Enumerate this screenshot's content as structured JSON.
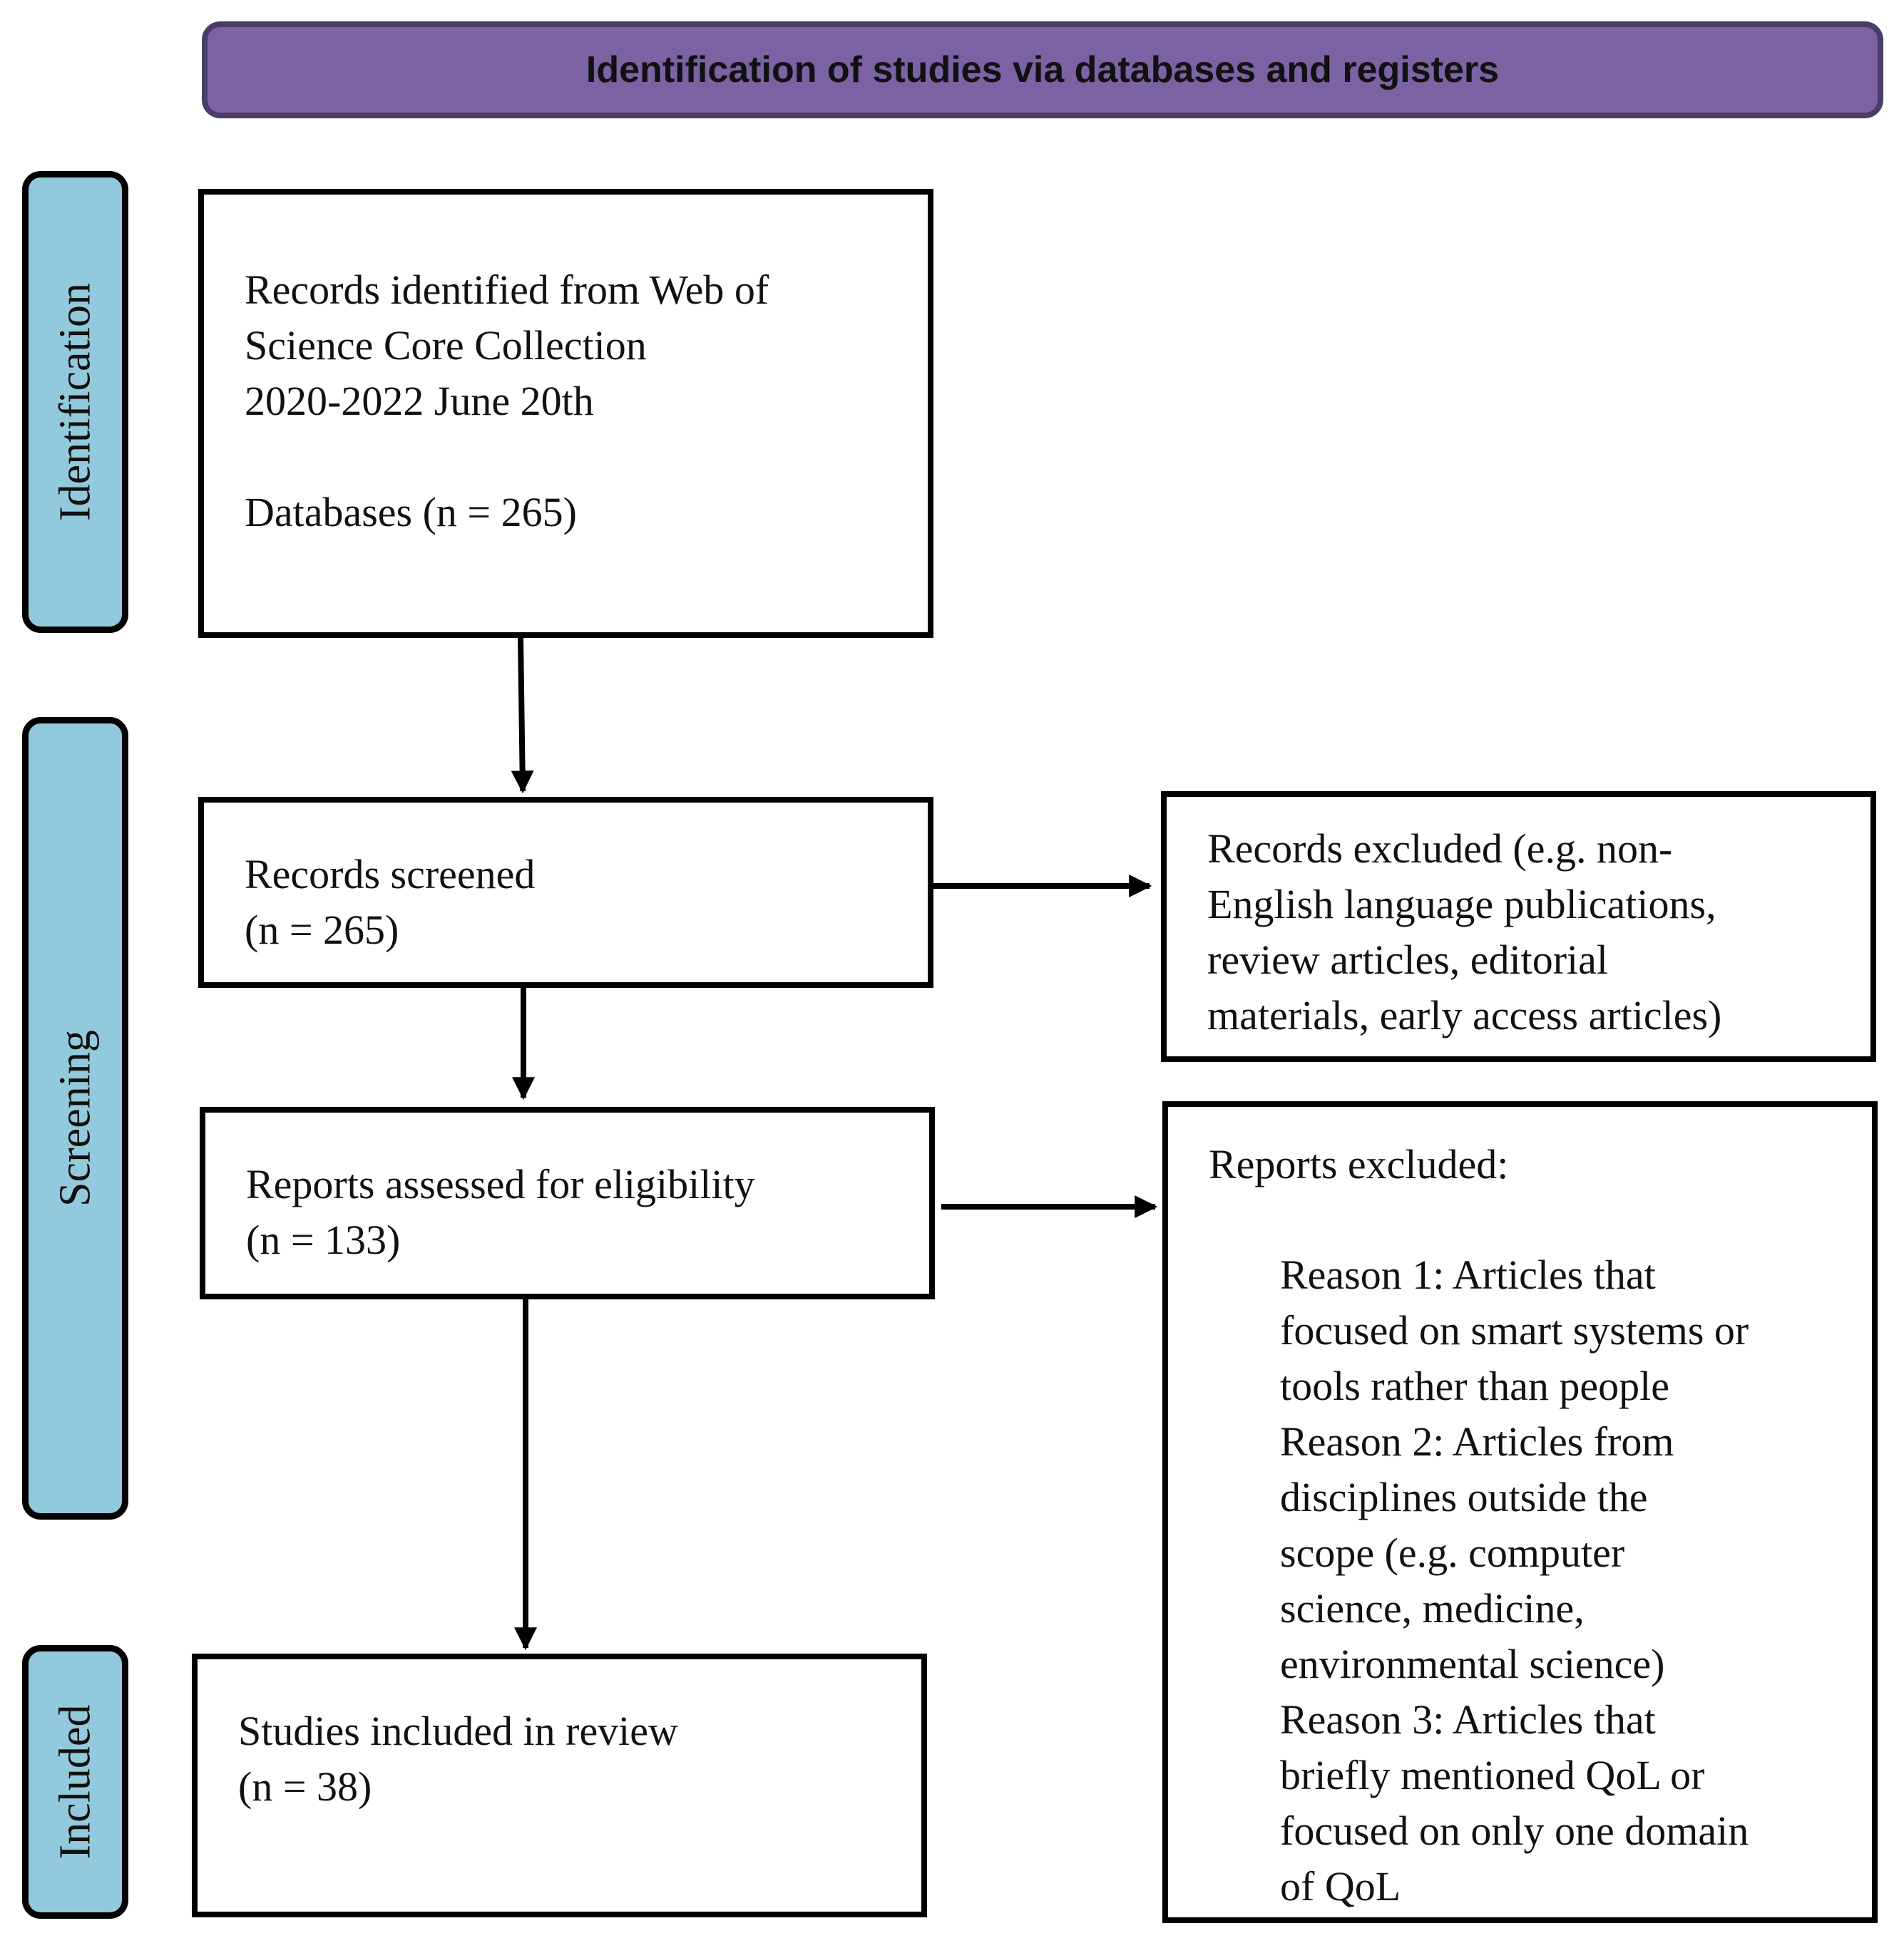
{
  "header": {
    "title": "Identification of studies via databases and registers",
    "fill_color": "#7b62a3"
  },
  "stages": {
    "identification": "Identification",
    "screening": "Screening",
    "included": "Included",
    "fill_color": "#93c9dc"
  },
  "boxes": {
    "records_identified": {
      "line1": "Records identified from Web of",
      "line2": "Science Core Collection",
      "line3": "2020-2022 June 20th",
      "line4": "Databases (n = 265)"
    },
    "records_screened": {
      "line1": "Records screened",
      "line2": "(n = 265)"
    },
    "records_excluded": {
      "line1": "Records excluded (e.g. non-",
      "line2": "English language publications,",
      "line3": "review articles, editorial",
      "line4": "materials, early access articles)"
    },
    "reports_assessed": {
      "line1": "Reports assessed for eligibility",
      "line2": "(n = 133)"
    },
    "reports_excluded": {
      "heading": "Reports excluded:",
      "lines": [
        "Reason 1: Articles that",
        "focused on smart systems or",
        "tools rather than people",
        "Reason 2: Articles from",
        "disciplines outside the",
        "scope (e.g. computer",
        "science, medicine,",
        "environmental science)",
        "Reason 3: Articles that",
        "briefly mentioned QoL or",
        "focused on only one domain",
        "of QoL"
      ]
    },
    "studies_included": {
      "line1": "Studies included in review",
      "line2": "(n = 38)"
    }
  }
}
